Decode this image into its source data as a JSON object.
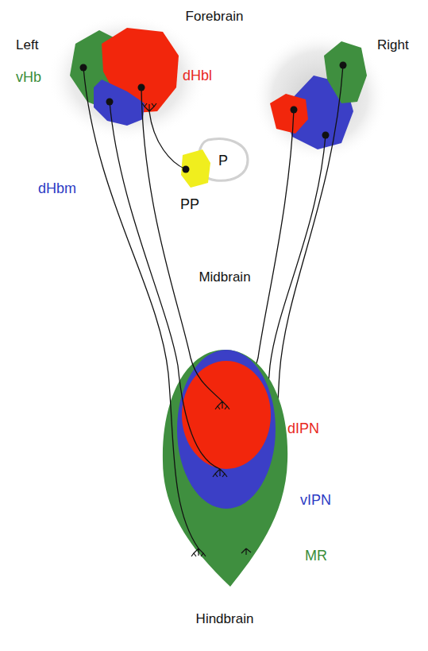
{
  "diagram": {
    "nodes": [
      {
        "text": [
          "vHb"
        ]
      },
      {
        "text": [
          "dHbl"
        ]
      },
      {
        "text": [
          "dHbm"
        ]
      },
      {
        "text": [
          "PP"
        ]
      },
      {
        "text": [
          "P"
        ]
      },
      {
        "text": [
          "dIPN"
        ]
      },
      {
        "text": [
          "vIPN"
        ]
      },
      {
        "text": [
          "MR"
        ]
      }
    ],
    "edges": [
      {
        "from": 0,
        "to": 7,
        "arrow": "none"
      },
      {
        "from": 1,
        "to": 5,
        "arrow": "none"
      },
      {
        "from": 2,
        "to": 6,
        "arrow": "none"
      },
      {
        "from": 3,
        "to": 1,
        "arrow": "none"
      }
    ],
    "labels": [
      "Forebrain",
      "Left",
      "Right",
      "Midbrain",
      "Hindbrain"
    ]
  }
}
